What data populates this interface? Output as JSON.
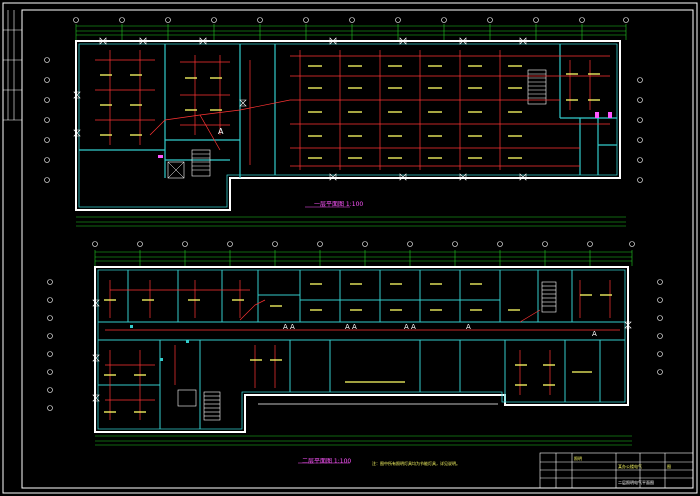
{
  "drawing": {
    "plan_first_floor": "一层平面图  1:100",
    "plan_second_floor": "二层平面图  1:100",
    "note": "注：图中所有照明灯具均为节能灯具，详见说明。",
    "title_block": {
      "row1": "照明",
      "row2": "某办公楼电气",
      "row3": "图",
      "sheet_name": "二层照明电气平面图"
    }
  },
  "colors": {
    "background": "#000000",
    "wall": "#33cccc",
    "wiring": "#ff3333",
    "grid": "#22cc22",
    "fixtures": "#ffff66",
    "frame": "#ffffff",
    "highlight": "#ff55ff"
  }
}
